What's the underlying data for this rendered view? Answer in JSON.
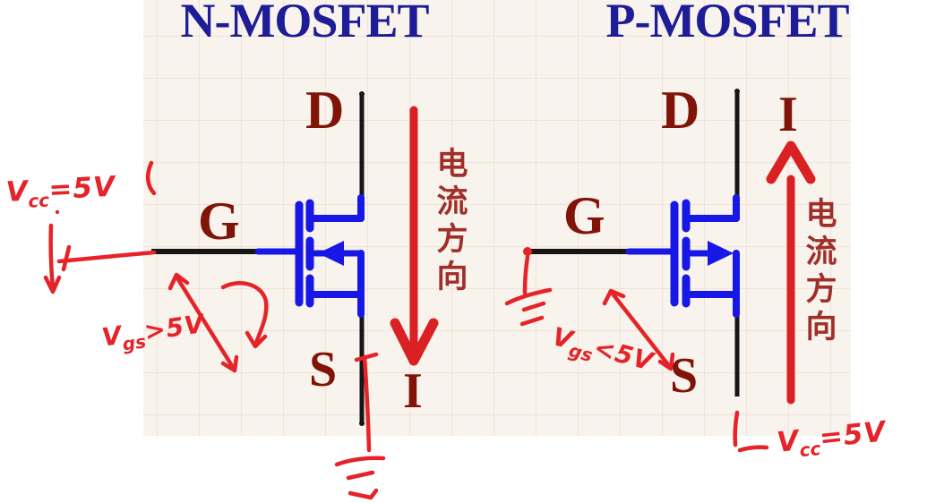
{
  "colors": {
    "canvas_bg": "#f8f3ec",
    "grid_line": "#f0e3da",
    "title_navy": "#1e1c96",
    "label_maroon": "#801408",
    "symbol_blue": "#1717e6",
    "wire_black": "#161616",
    "hand_red": "#e52329",
    "arrow_red": "#da2022",
    "cjk_red": "#a02f2a"
  },
  "n_mosfet": {
    "title": "N-MOSFET",
    "drain_label": "D",
    "gate_label": "G",
    "source_label": "S",
    "current_label": "I",
    "current_direction_text": "电流方向",
    "current_flow": "down",
    "supply_note": {
      "v": "V",
      "sub": "cc",
      "rest": "=5V"
    },
    "gate_voltage_note": {
      "v": "V",
      "sub": "gs",
      "rest": ">5V"
    }
  },
  "p_mosfet": {
    "title": "P-MOSFET",
    "drain_label": "D",
    "gate_label": "G",
    "source_label": "S",
    "current_label": "I",
    "current_direction_text": "电流方向",
    "current_flow": "up",
    "supply_note": {
      "v": "V",
      "sub": "cc",
      "rest": "=5V"
    },
    "gate_voltage_note": {
      "v": "V",
      "sub": "gs",
      "rest": "<5V"
    }
  }
}
